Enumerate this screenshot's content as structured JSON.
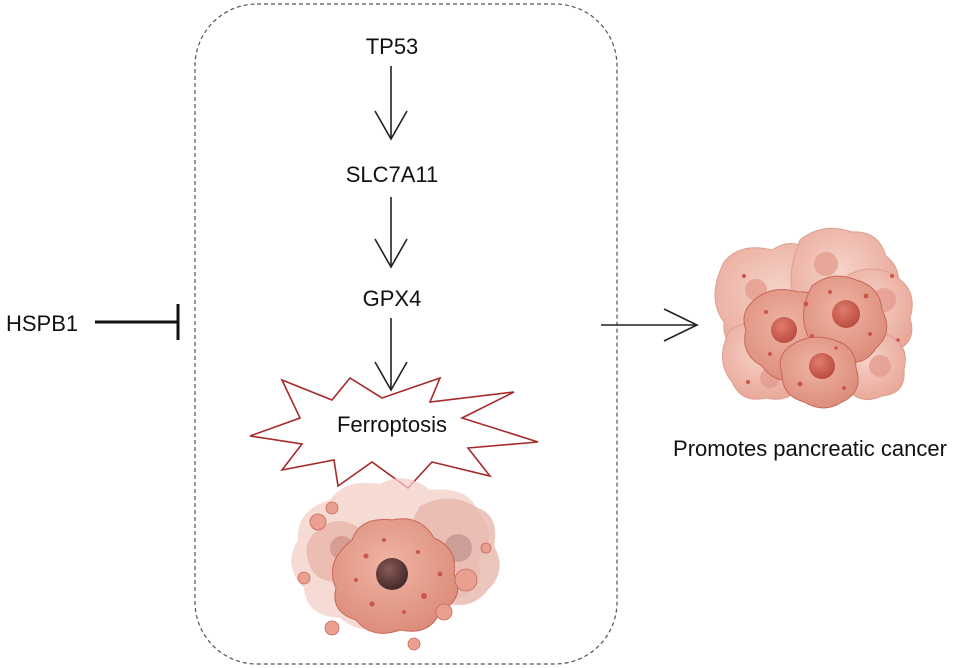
{
  "diagram": {
    "labels": {
      "tp53": "TP53",
      "slc7a11": "SLC7A11",
      "gpx4": "GPX4",
      "ferroptosis": "Ferroptosis",
      "hspb1": "HSPB1",
      "outcome": "Promotes pancreatic cancer"
    },
    "colors": {
      "line": "#222222",
      "box_border": "#555555",
      "burst_border": "#a52a2a",
      "cell_light": "#f2c4b8",
      "cell_mid": "#e8a090",
      "cell_dark": "#d4705f",
      "nucleus": "#c9574a",
      "dead_nucleus": "#5a3a3a"
    },
    "icons": [
      "dying-cell-icon",
      "tumor-cluster-icon"
    ]
  }
}
